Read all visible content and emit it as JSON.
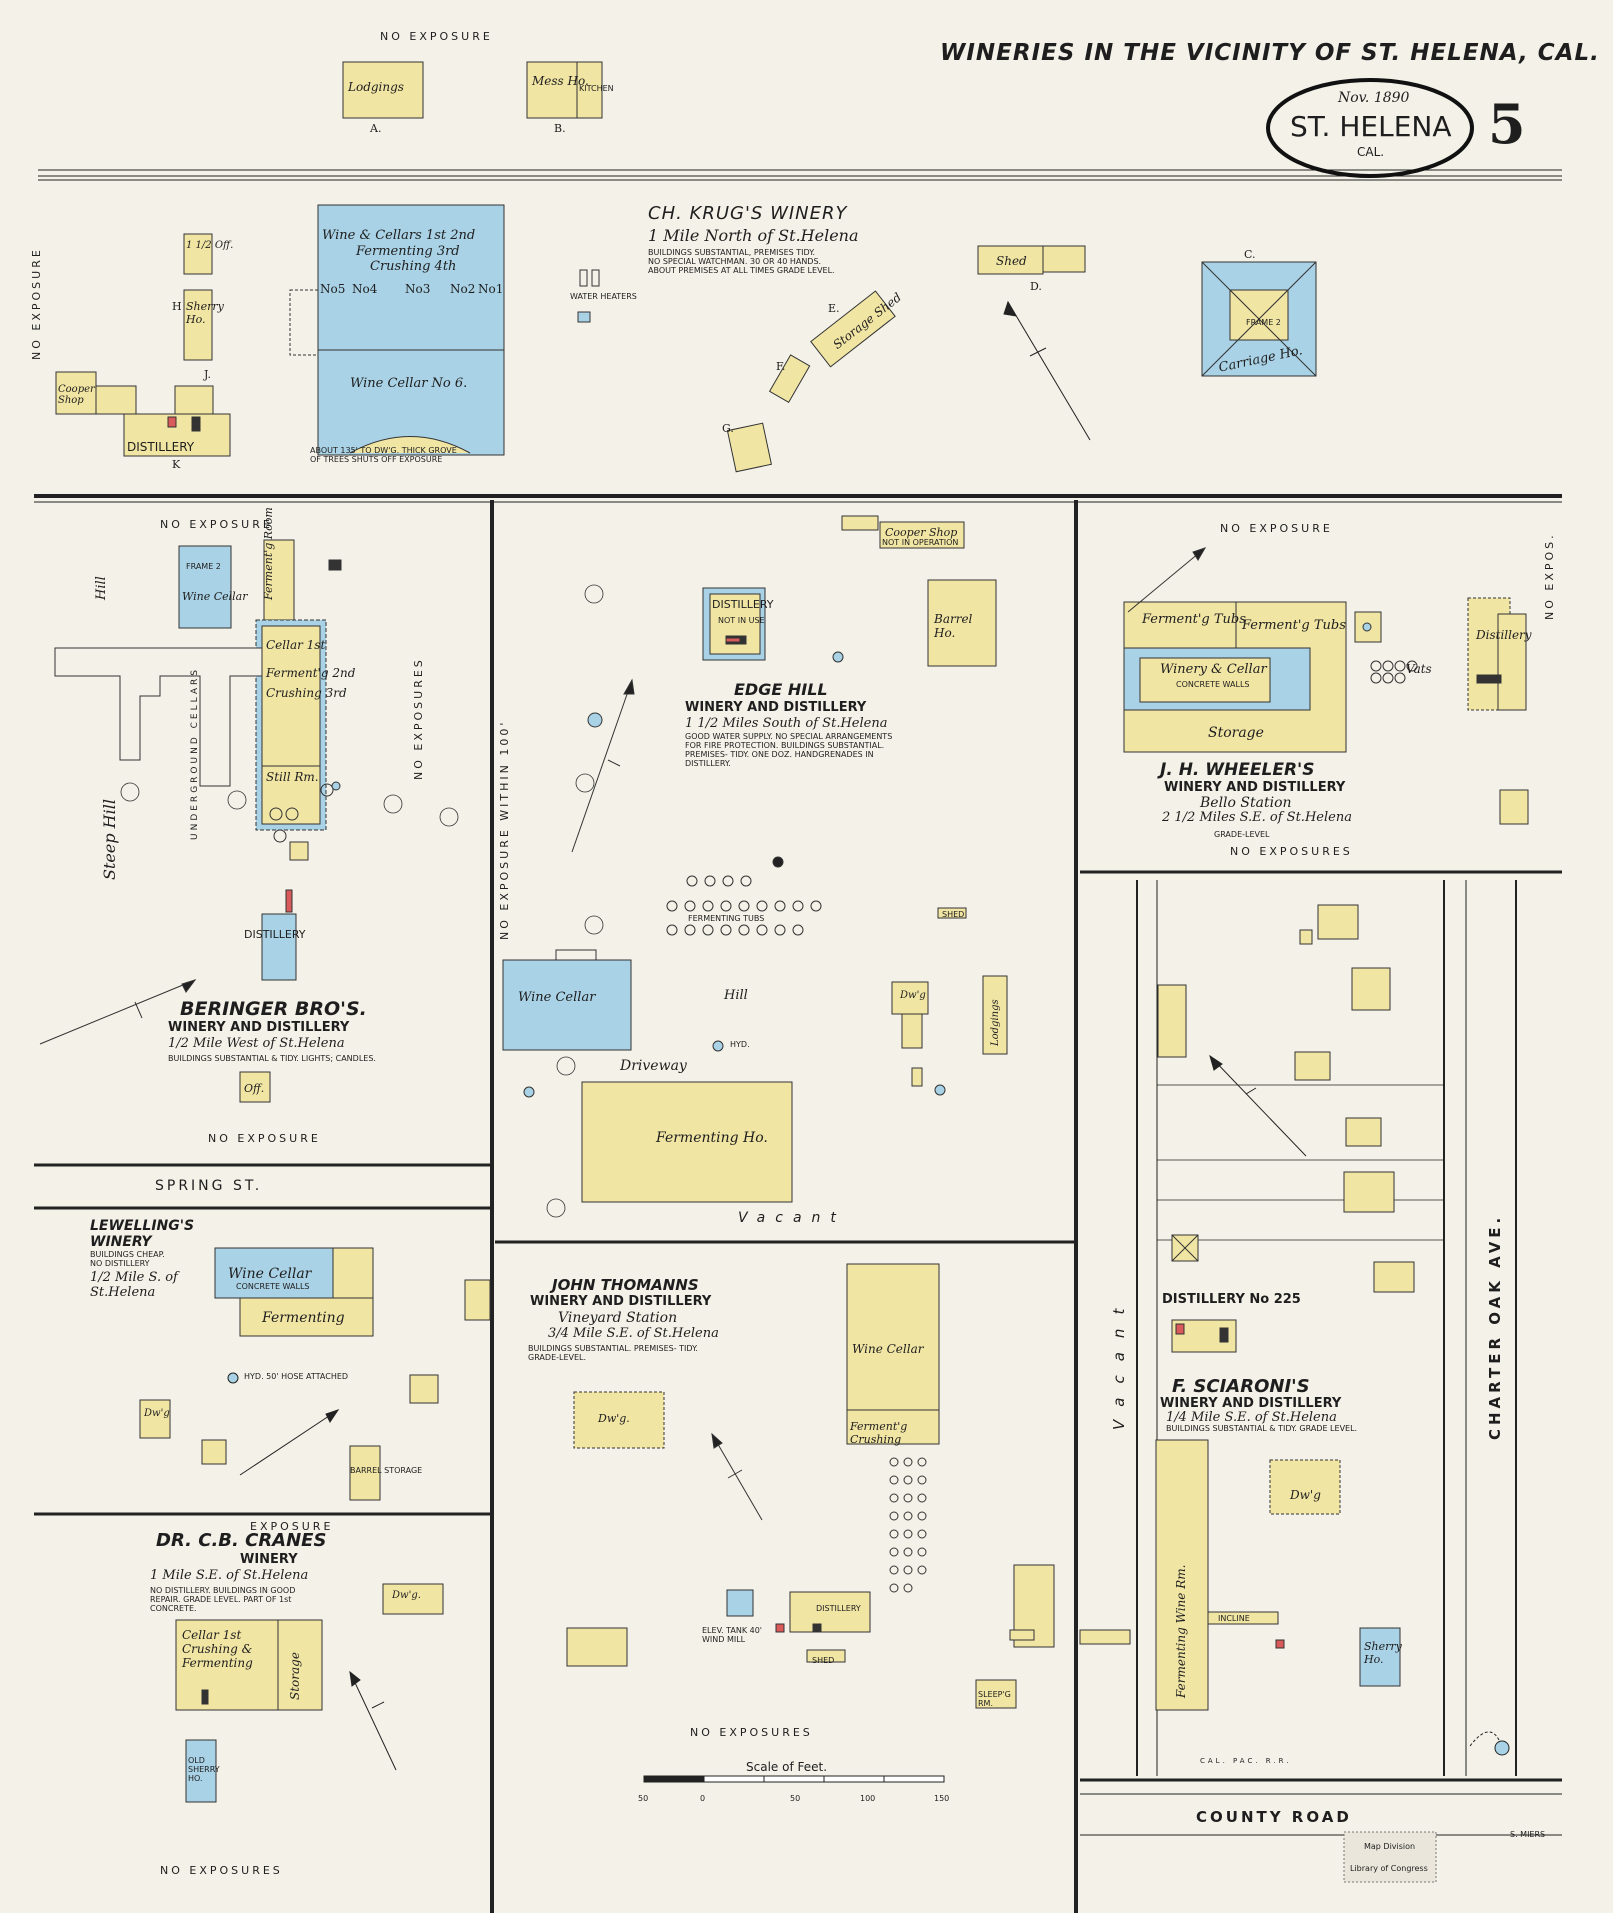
{
  "sheet": {
    "title": "WINERIES IN THE VICINITY OF ST. HELENA, CAL.",
    "date": "Nov. 1890",
    "city": "ST. HELENA",
    "state": "CAL.",
    "sheet_number": "5",
    "stamp_line1": "Map Division",
    "stamp_line2": "Library of Congress"
  },
  "colors": {
    "brick": "#f1e5a4",
    "stone": "#a9d2e6",
    "frame_outline": "#333333",
    "background": "#f3f1e8"
  },
  "top_exposure": "NO EXPOSURE",
  "krug": {
    "name": "CH. KRUG'S WINERY",
    "location": "1 Mile North of St.Helena",
    "notes": "BUILDINGS SUBSTANTIAL, PREMISES TIDY.\nNO SPECIAL WATCHMAN. 30 OR 40 HANDS.\nABOUT PREMISES AT ALL TIMES GRADE LEVEL.",
    "lodgings": "Lodgings",
    "mess": "Mess Ho.",
    "kitchen": "KITCHEN",
    "cellar_top": "Wine & Cellars 1st 2nd",
    "fermenting": "Fermenting 3rd",
    "crushing": "Crushing 4th",
    "bays": [
      "No5",
      "No4",
      "No3",
      "No2",
      "No1"
    ],
    "wine_cellar6": "Wine Cellar No 6.",
    "grove_note": "ABOUT 135' TO DW'G. THICK GROVE\nOF TREES SHUTS OFF EXPOSURE",
    "off": "1 1/2 Off.",
    "sherry": "Sherry Ho.",
    "cooper": "Cooper Shop",
    "distillery": "DISTILLERY",
    "shed": "Shed",
    "storage_shed": "Storage Shed",
    "carriage": "Carriage Ho.",
    "frame": "FRAME 2",
    "water_heaters": "WATER HEATERS",
    "letters": [
      "A.",
      "B.",
      "C.",
      "D.",
      "E.",
      "F.",
      "G.",
      "H",
      "J.",
      "K"
    ],
    "side_exposure": "NO EXPOSURE"
  },
  "beringer": {
    "name": "BERINGER BRO'S.",
    "sub": "WINERY AND DISTILLERY",
    "location": "1/2 Mile West of St.Helena",
    "notes": "BUILDINGS SUBSTANTIAL & TIDY. LIGHTS; CANDLES.",
    "wine_cellar": "Wine Cellar",
    "frame": "FRAME 2",
    "cellar": "Cellar 1st",
    "ferment": "Ferment'g 2nd",
    "crushing": "Crushing 3rd",
    "still": "Still Rm.",
    "distillery": "DISTILLERY",
    "ferment_room": "Ferment'g Room",
    "tunnel": "UNDERGROUND CELLARS",
    "steep_hill": "Steep Hill",
    "hill": "Hill",
    "off": "Off.",
    "exposure_top": "NO EXPOSURE",
    "exposure_bottom": "NO EXPOSURE",
    "exposure_side": "NO EXPOSURES"
  },
  "edgehill": {
    "name": "EDGE HILL",
    "sub": "WINERY AND DISTILLERY",
    "location": "1 1/2 Miles South of St.Helena",
    "notes": "GOOD WATER SUPPLY. NO SPECIAL ARRANGEMENTS\nFOR FIRE PROTECTION. BUILDINGS SUBSTANTIAL.\nPREMISES- TIDY. ONE DOZ. HANDGRENADES IN\nDISTILLERY.",
    "distillery": "DISTILLERY",
    "not_in_use": "NOT IN USE",
    "cooper": "Cooper Shop",
    "not_op": "NOT IN OPERATION",
    "barrel": "Barrel Ho.",
    "wine_cellar": "Wine Cellar",
    "fermenting": "Fermenting Ho.",
    "driveway": "Driveway",
    "vacant": "Vacant",
    "hill": "Hill",
    "tubs": "FERMENTING TUBS",
    "lodgings": "Lodgings",
    "dwg": "Dw'g",
    "hyd": "HYD.",
    "shed": "SHED",
    "exposure_side": "NO EXPOSURE WITHIN 100'"
  },
  "wheeler": {
    "name": "J. H. WHEELER'S",
    "sub": "WINERY AND DISTILLERY",
    "station": "Bello Station",
    "location": "2 1/2 Miles S.E. of St.Helena",
    "grade": "GRADE-LEVEL",
    "ferment1": "Ferment'g Tubs",
    "ferment2": "Ferment'g Tubs",
    "winery": "Winery & Cellar",
    "walls": "CONCRETE WALLS",
    "storage": "Storage",
    "vats": "Vats",
    "distillery": "Distillery",
    "exposure_top": "NO EXPOSURE",
    "exposure_bottom": "NO EXPOSURES",
    "exposure_side": "NO EXPOS."
  },
  "lewelling": {
    "name": "LEWELLING'S WINERY",
    "notes": "BUILDINGS CHEAP.\nNO DISTILLERY",
    "location": "1/2 Mile S. of St.Helena",
    "wine_cellar": "Wine Cellar",
    "walls": "CONCRETE WALLS",
    "fermenting": "Fermenting",
    "hyd": "HYD. 50' HOSE ATTACHED",
    "dwg": "Dw'g",
    "storage": "BARREL STORAGE"
  },
  "street": {
    "spring": "SPRING ST.",
    "county": "COUNTY ROAD",
    "charter": "CHARTER OAK AVE."
  },
  "cranes": {
    "name": "DR. C.B. CRANES",
    "sub": "WINERY",
    "location": "1 Mile S.E. of St.Helena",
    "notes": "NO DISTILLERY. BUILDINGS IN GOOD\nREPAIR. GRADE LEVEL. PART OF 1st\nCONCRETE.",
    "cellar": "Cellar 1st",
    "crushing": "Crushing &",
    "fermenting": "Fermenting",
    "storage": "Storage",
    "dwg": "Dw'g.",
    "sherry": "OLD SHERRY HO.",
    "exposure": "NO EXPOSURES",
    "exposure_top": "EXPOSURE"
  },
  "thomann": {
    "name": "JOHN THOMANNS",
    "sub": "WINERY AND DISTILLERY",
    "station": "Vineyard Station",
    "location": "3/4 Mile S.E. of St.Helena",
    "notes": "BUILDINGS SUBSTANTIAL. PREMISES- TIDY.\nGRADE-LEVEL.",
    "wine_cellar": "Wine Cellar",
    "ferment": "Ferment'g Crushing",
    "dwg": "Dw'g.",
    "windmill": "ELEV. TANK 40' WIND MILL",
    "distillery": "DISTILLERY",
    "shed": "SHED",
    "sleep": "SLEEP'G RM.",
    "exposure": "NO EXPOSURES"
  },
  "sciaroni": {
    "name": "F. SCIARONI'S",
    "sub": "WINERY AND DISTILLERY",
    "location": "1/4 Mile S.E. of St.Helena",
    "notes": "BUILDINGS SUBSTANTIAL & TIDY. GRADE LEVEL.",
    "distillery": "DISTILLERY No 225",
    "fermenting": "Fermenting Wine Rm.",
    "sherry": "Sherry Ho.",
    "dwg": "Dw'g",
    "incline": "INCLINE",
    "vacant": "Vacant"
  },
  "scale": {
    "label": "Scale of Feet.",
    "ticks": [
      "50",
      "0",
      "50",
      "100",
      "150"
    ]
  },
  "railroad": "CAL. PAC. R.R.",
  "publisher": "S. MIERS"
}
